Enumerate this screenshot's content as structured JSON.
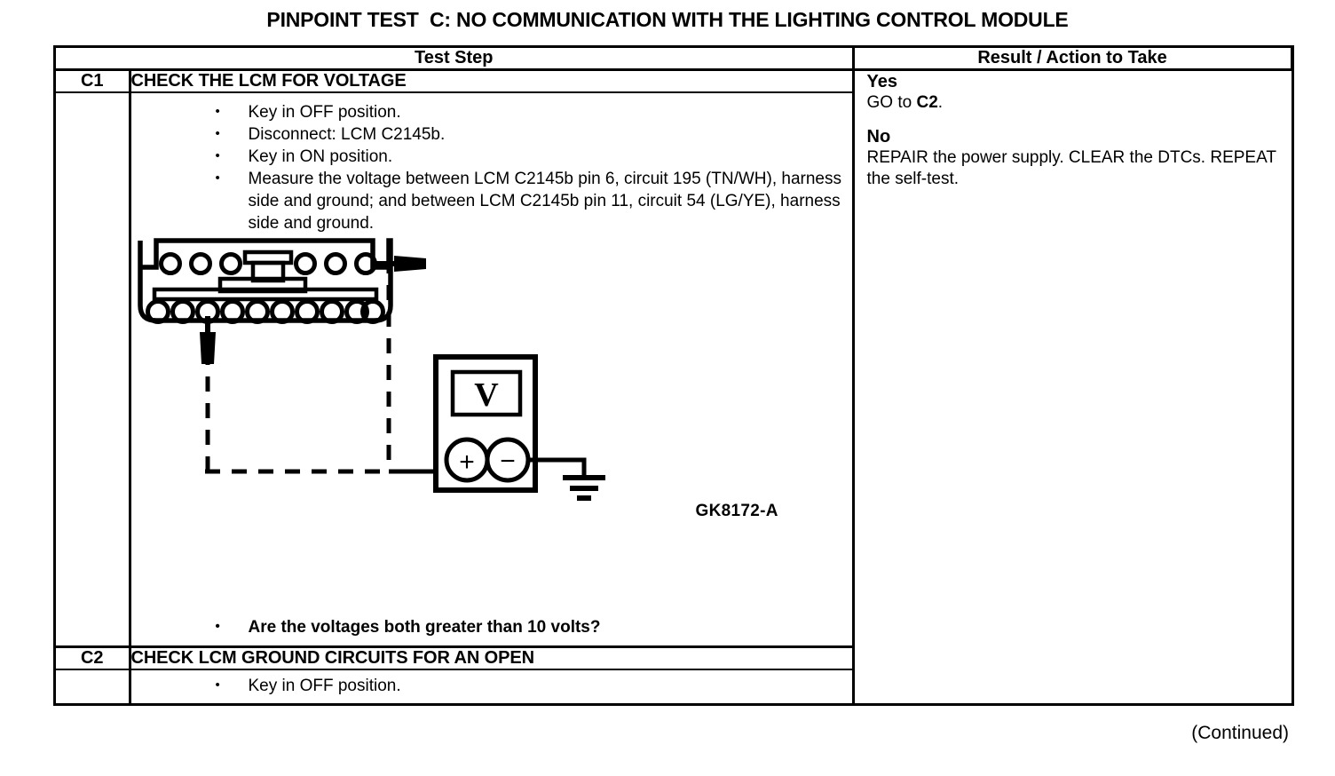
{
  "document": {
    "title": "PINPOINT TEST  C: NO COMMUNICATION WITH THE LIGHTING CONTROL MODULE",
    "continued_note": "(Continued)"
  },
  "table": {
    "headers": {
      "test_step": "Test Step",
      "result_action": "Result / Action to Take"
    },
    "steps": [
      {
        "id": "C1",
        "heading": "CHECK THE LCM FOR VOLTAGE",
        "bullets": [
          "Key in OFF position.",
          "Disconnect: LCM C2145b.",
          "Key in ON position.",
          "Measure the voltage between LCM C2145b pin 6, circuit 195 (TN/WH), harness side and ground; and between LCM C2145b pin 11, circuit 54 (LG/YE), harness side and ground."
        ],
        "question": "Are the voltages both greater than 10 volts?",
        "figure_label": "GK8172-A",
        "result": {
          "yes_label": "Yes",
          "yes_action_pre": "GO to ",
          "yes_action_bold": "C2",
          "yes_action_post": ".",
          "no_label": "No",
          "no_action": "REPAIR the power supply. CLEAR the DTCs. REPEAT the self-test."
        }
      },
      {
        "id": "C2",
        "heading": "CHECK LCM GROUND CIRCUITS FOR AN OPEN",
        "bullets": [
          "Key in OFF position."
        ],
        "result": {}
      }
    ]
  },
  "figure": {
    "name": "lcm-connector-voltage-test",
    "meter_display": "V",
    "terminal_positive": "+",
    "terminal_negative": "−",
    "connector": {
      "top_row_left_pins": 3,
      "top_row_right_pins": 3,
      "bottom_row_pins": 10,
      "probe_pins": [
        "top-row-rightmost",
        "bottom-row-fifth"
      ]
    }
  },
  "colors": {
    "ink": "#000000",
    "paper": "#ffffff"
  }
}
